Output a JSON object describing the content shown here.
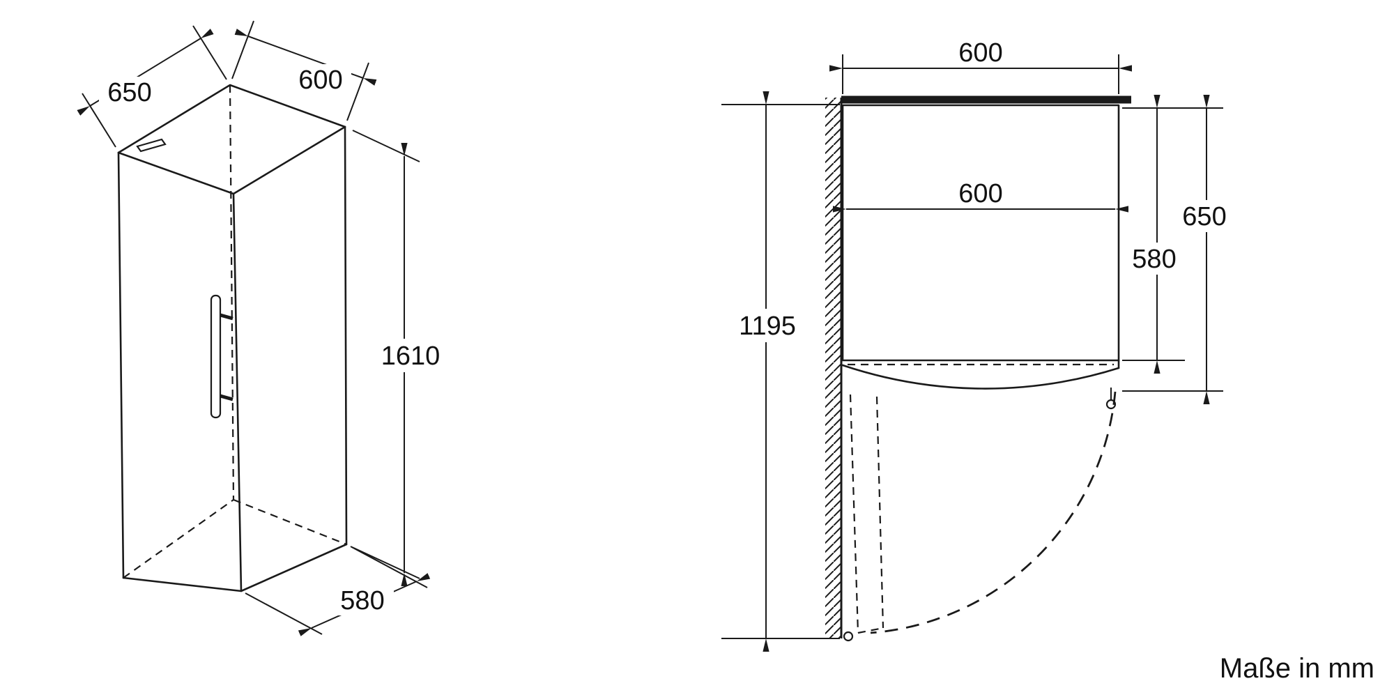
{
  "title": "appliance dimension drawing",
  "units_note": "Maße in mm",
  "colors": {
    "line": "#1a1a1a",
    "background": "#ffffff"
  },
  "iso_view": {
    "depth_top": "650",
    "width_top": "600",
    "height": "1610",
    "depth_bottom": "580"
  },
  "plan_view": {
    "width_top": "600",
    "width_inner": "600",
    "clearance_door_open": "1195",
    "depth_body": "580",
    "depth_with_door": "650"
  }
}
